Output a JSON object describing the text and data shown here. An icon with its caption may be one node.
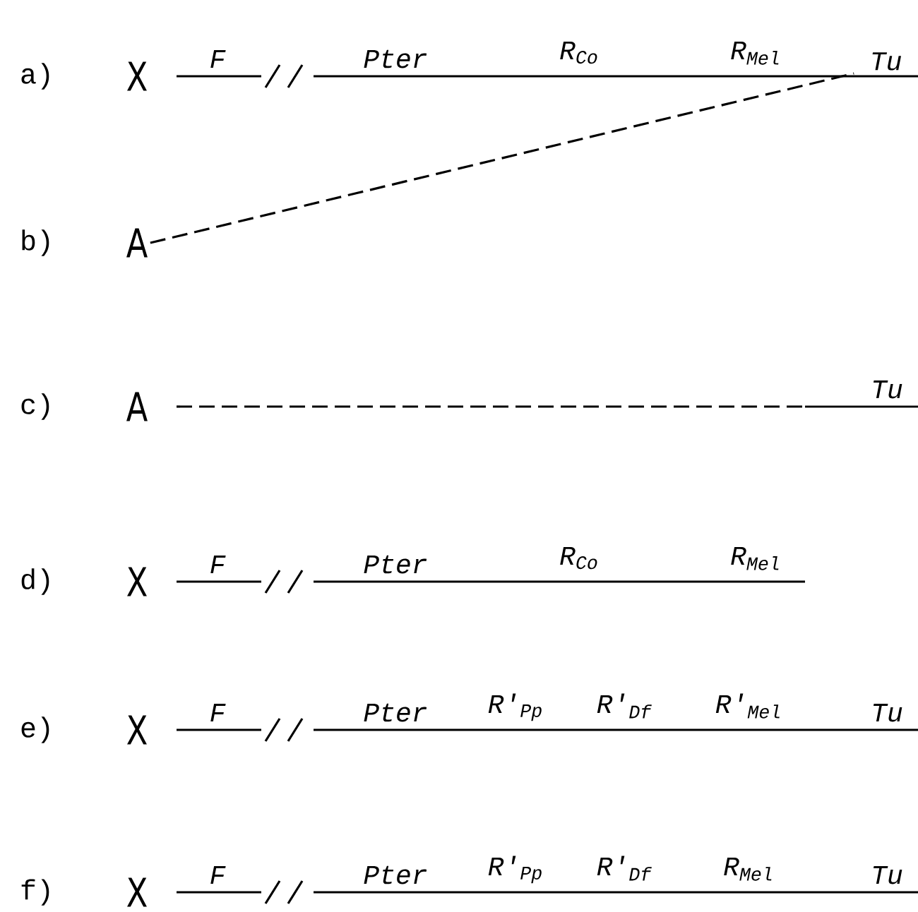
{
  "diagram": {
    "nodes": [
      {
        "text": [
          "Tu"
        ]
      },
      {
        "text": [
          "A"
        ]
      }
    ],
    "edges": [
      {
        "from": 1,
        "to": 0,
        "arrow": "none",
        "style": "dashed"
      }
    ],
    "labels": [
      "a)",
      "X",
      "F",
      "Pter",
      "R$_{Co}$",
      "R$_{Mel}$",
      "b)",
      "c)",
      "A",
      "Tu",
      "d)",
      "X",
      "F",
      "Pter",
      "R$_{Co}$",
      "R$_{Mel}$",
      "e)",
      "X",
      "F",
      "Pter",
      "R′$_{Pp}$",
      "R′$_{Df}$",
      "R′$_{Mel}$",
      "Tu",
      "f)",
      "X",
      "F",
      "Pter",
      "R′$_{Pp}$",
      "R′$_{Df}$",
      "R$_{Mel}$",
      "Tu"
    ]
  }
}
